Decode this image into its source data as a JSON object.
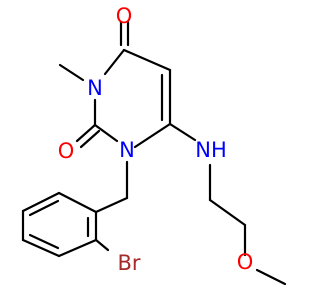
{
  "colors": {
    "background": "#ffffff",
    "carbon_bond": "#000000",
    "nitrogen": "#0000ff",
    "oxygen": "#ff0000",
    "bromine": "#a52a2a"
  },
  "atoms": {
    "o_top": "O",
    "n3": "N",
    "o_left": "O",
    "n1": "N",
    "nh": "NH",
    "o_ether": "O",
    "br": "Br"
  }
}
